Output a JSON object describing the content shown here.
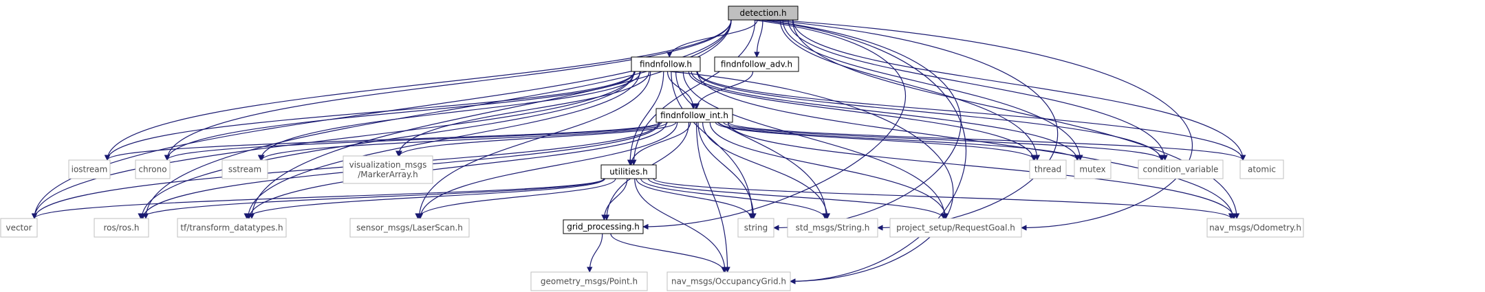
{
  "graph": {
    "colors": {
      "edge": "#191970",
      "root_fill": "#bfbfbf",
      "local_border": "#000000",
      "system_border": "#bfbfbf"
    },
    "nodes": {
      "detection": {
        "label": "detection.h",
        "kind": "root"
      },
      "findnfollow": {
        "label": "findnfollow.h",
        "kind": "local"
      },
      "findnfollow_adv": {
        "label": "findnfollow_adv.h",
        "kind": "local"
      },
      "findnfollow_int": {
        "label": "findnfollow_int.h",
        "kind": "local"
      },
      "utilities": {
        "label": "utilities.h",
        "kind": "local"
      },
      "grid_processing": {
        "label": "grid_processing.h",
        "kind": "local"
      },
      "iostream": {
        "label": "iostream",
        "kind": "system"
      },
      "chrono": {
        "label": "chrono",
        "kind": "system"
      },
      "sstream": {
        "label": "sstream",
        "kind": "system"
      },
      "visualization_msgs": {
        "label": [
          "visualization_msgs",
          "/MarkerArray.h"
        ],
        "kind": "system"
      },
      "thread": {
        "label": "thread",
        "kind": "system"
      },
      "mutex": {
        "label": "mutex",
        "kind": "system"
      },
      "condition_variable": {
        "label": "condition_variable",
        "kind": "system"
      },
      "atomic": {
        "label": "atomic",
        "kind": "system"
      },
      "vector": {
        "label": "vector",
        "kind": "system"
      },
      "ros": {
        "label": "ros/ros.h",
        "kind": "system"
      },
      "tf": {
        "label": "tf/transform_datatypes.h",
        "kind": "system"
      },
      "laserscan": {
        "label": "sensor_msgs/LaserScan.h",
        "kind": "system"
      },
      "string": {
        "label": "string",
        "kind": "system"
      },
      "std_msgs": {
        "label": "std_msgs/String.h",
        "kind": "system"
      },
      "requestgoal": {
        "label": "project_setup/RequestGoal.h",
        "kind": "system"
      },
      "odometry": {
        "label": "nav_msgs/Odometry.h",
        "kind": "system"
      },
      "point": {
        "label": "geometry_msgs/Point.h",
        "kind": "system"
      },
      "occupancy": {
        "label": "nav_msgs/OccupancyGrid.h",
        "kind": "system"
      }
    },
    "edges": [
      [
        "detection",
        "findnfollow"
      ],
      [
        "detection",
        "findnfollow_adv"
      ],
      [
        "detection",
        "utilities"
      ],
      [
        "detection",
        "iostream"
      ],
      [
        "detection",
        "chrono"
      ],
      [
        "detection",
        "vector"
      ],
      [
        "detection",
        "ros"
      ],
      [
        "detection",
        "tf"
      ],
      [
        "detection",
        "thread"
      ],
      [
        "detection",
        "mutex"
      ],
      [
        "detection",
        "condition_variable"
      ],
      [
        "detection",
        "atomic"
      ],
      [
        "detection",
        "string"
      ],
      [
        "detection",
        "std_msgs"
      ],
      [
        "detection",
        "requestgoal"
      ],
      [
        "detection",
        "odometry"
      ],
      [
        "detection",
        "occupancy"
      ],
      [
        "detection",
        "grid_processing"
      ],
      [
        "findnfollow",
        "findnfollow_int"
      ],
      [
        "findnfollow",
        "utilities"
      ],
      [
        "findnfollow",
        "iostream"
      ],
      [
        "findnfollow",
        "chrono"
      ],
      [
        "findnfollow",
        "sstream"
      ],
      [
        "findnfollow",
        "visualization_msgs"
      ],
      [
        "findnfollow",
        "vector"
      ],
      [
        "findnfollow",
        "ros"
      ],
      [
        "findnfollow",
        "tf"
      ],
      [
        "findnfollow",
        "laserscan"
      ],
      [
        "findnfollow",
        "string"
      ],
      [
        "findnfollow",
        "std_msgs"
      ],
      [
        "findnfollow",
        "requestgoal"
      ],
      [
        "findnfollow",
        "odometry"
      ],
      [
        "findnfollow",
        "thread"
      ],
      [
        "findnfollow",
        "mutex"
      ],
      [
        "findnfollow",
        "condition_variable"
      ],
      [
        "findnfollow",
        "atomic"
      ],
      [
        "findnfollow",
        "occupancy"
      ],
      [
        "findnfollow_adv",
        "findnfollow_int"
      ],
      [
        "findnfollow_int",
        "utilities"
      ],
      [
        "findnfollow_int",
        "grid_processing"
      ],
      [
        "findnfollow_int",
        "iostream"
      ],
      [
        "findnfollow_int",
        "chrono"
      ],
      [
        "findnfollow_int",
        "sstream"
      ],
      [
        "findnfollow_int",
        "visualization_msgs"
      ],
      [
        "findnfollow_int",
        "thread"
      ],
      [
        "findnfollow_int",
        "mutex"
      ],
      [
        "findnfollow_int",
        "condition_variable"
      ],
      [
        "findnfollow_int",
        "atomic"
      ],
      [
        "findnfollow_int",
        "vector"
      ],
      [
        "findnfollow_int",
        "ros"
      ],
      [
        "findnfollow_int",
        "tf"
      ],
      [
        "findnfollow_int",
        "laserscan"
      ],
      [
        "findnfollow_int",
        "string"
      ],
      [
        "findnfollow_int",
        "std_msgs"
      ],
      [
        "findnfollow_int",
        "requestgoal"
      ],
      [
        "findnfollow_int",
        "odometry"
      ],
      [
        "findnfollow_int",
        "occupancy"
      ],
      [
        "utilities",
        "grid_processing"
      ],
      [
        "utilities",
        "vector"
      ],
      [
        "utilities",
        "ros"
      ],
      [
        "utilities",
        "tf"
      ],
      [
        "utilities",
        "laserscan"
      ],
      [
        "utilities",
        "string"
      ],
      [
        "utilities",
        "std_msgs"
      ],
      [
        "utilities",
        "requestgoal"
      ],
      [
        "utilities",
        "odometry"
      ],
      [
        "utilities",
        "occupancy"
      ],
      [
        "grid_processing",
        "point"
      ],
      [
        "grid_processing",
        "occupancy"
      ]
    ]
  }
}
